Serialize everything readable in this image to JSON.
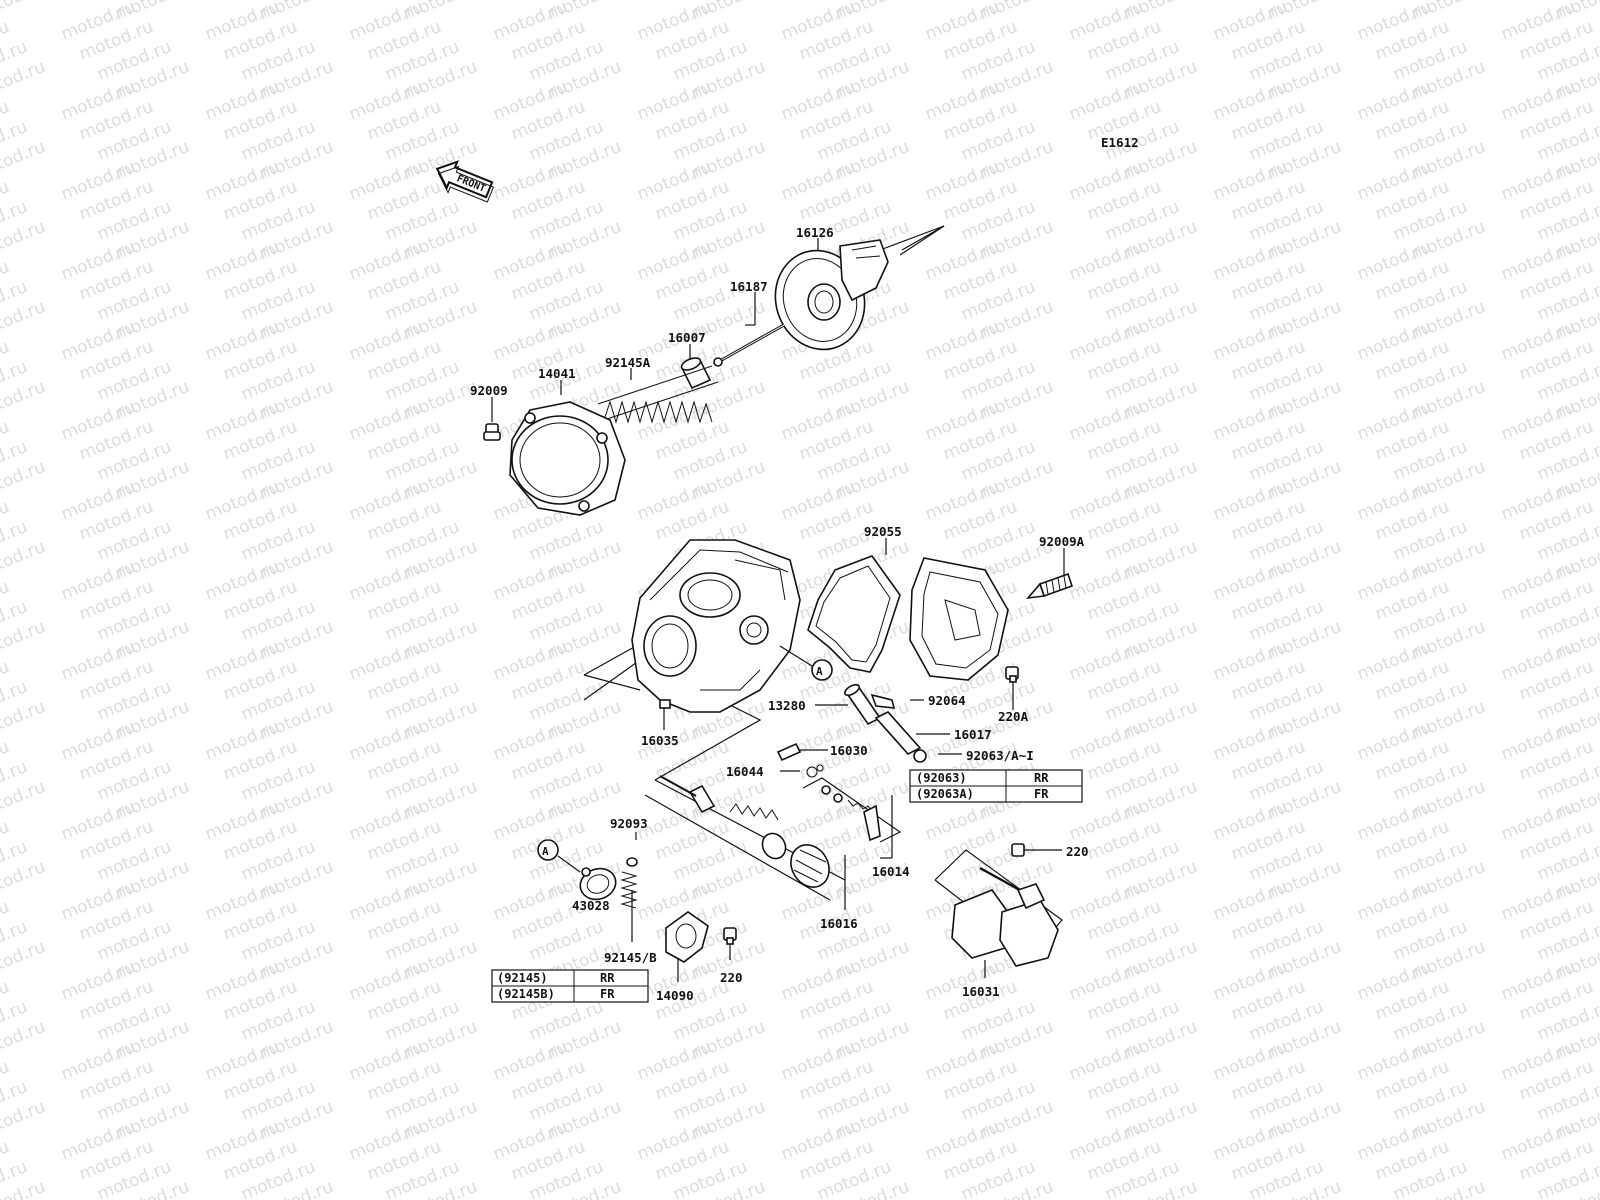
{
  "watermark": "motod.ru",
  "diagram_code": "E1612",
  "front_label": "FRONT",
  "callout_letter": "A",
  "parts": {
    "p16126": "16126",
    "p16187": "16187",
    "p16007": "16007",
    "p92145A": "92145A",
    "p14041": "14041",
    "p92009": "92009",
    "p92055": "92055",
    "p92009A": "92009A",
    "p92064": "92064",
    "p13280": "13280",
    "p220A": "220A",
    "p16035": "16035",
    "p16017": "16017",
    "p16030": "16030",
    "p92063": "92063/A~I",
    "p16044": "16044",
    "p16014": "16014",
    "p92093": "92093",
    "p220_right": "220",
    "p43028": "43028",
    "p16016": "16016",
    "p92145B": "92145/B",
    "p220_bottom": "220",
    "p14090": "14090",
    "p16031": "16031"
  },
  "table_92063": [
    {
      "code": "(92063)",
      "pos": "RR"
    },
    {
      "code": "(92063A)",
      "pos": "FR"
    }
  ],
  "table_92145": [
    {
      "code": "(92145)",
      "pos": "RR"
    },
    {
      "code": "(92145B)",
      "pos": "FR"
    }
  ]
}
